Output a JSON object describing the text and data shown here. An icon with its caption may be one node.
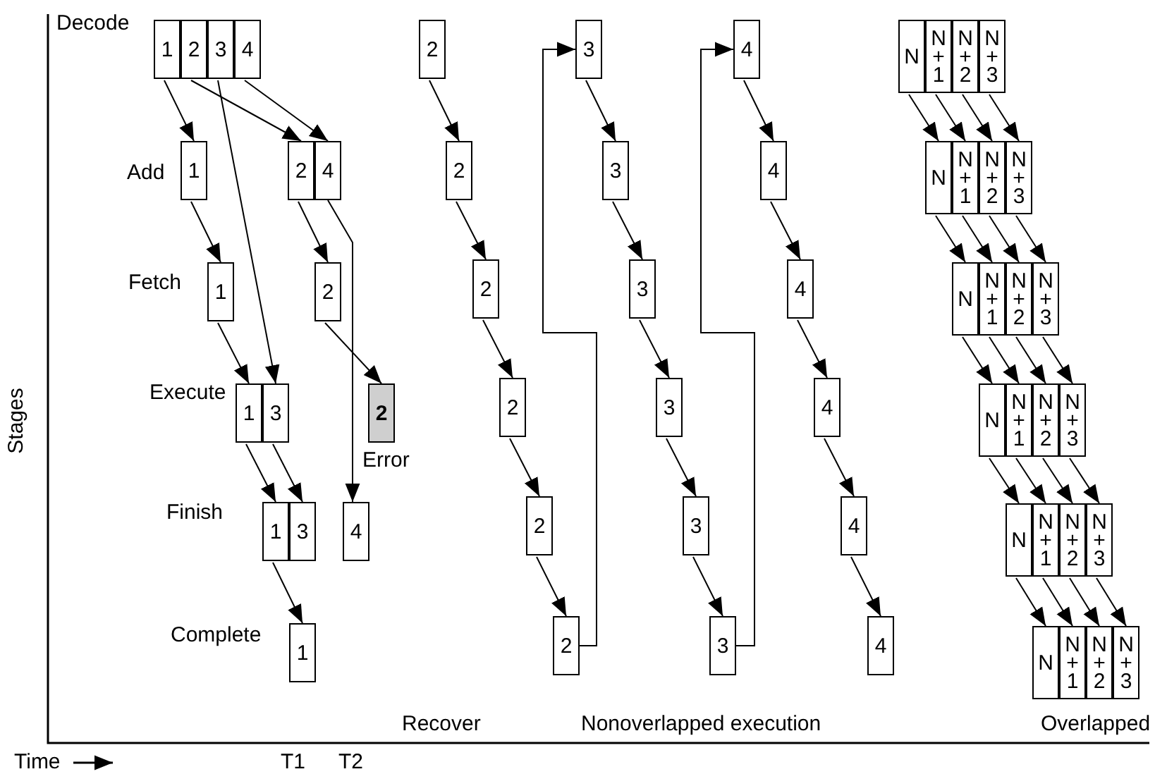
{
  "diagram": {
    "nodes": [
      {
        "text": [
          "1"
        ]
      },
      {
        "text": [
          "2"
        ]
      },
      {
        "text": [
          "3"
        ]
      },
      {
        "text": [
          "4"
        ]
      },
      {
        "text": [
          "1"
        ]
      },
      {
        "text": [
          "2"
        ]
      },
      {
        "text": [
          "4"
        ]
      },
      {
        "text": [
          "1"
        ]
      },
      {
        "text": [
          "2"
        ]
      },
      {
        "text": [
          "1"
        ]
      },
      {
        "text": [
          "3"
        ]
      },
      {
        "text": [
          "2"
        ],
        "beside": [
          "Error"
        ]
      },
      {
        "text": [
          "1"
        ]
      },
      {
        "text": [
          "3"
        ]
      },
      {
        "text": [
          "4"
        ]
      },
      {
        "text": [
          "1"
        ]
      },
      {
        "text": [
          "2"
        ]
      },
      {
        "text": [
          "2"
        ]
      },
      {
        "text": [
          "2"
        ]
      },
      {
        "text": [
          "2"
        ]
      },
      {
        "text": [
          "2"
        ]
      },
      {
        "text": [
          "2"
        ]
      },
      {
        "text": [
          "3"
        ]
      },
      {
        "text": [
          "3"
        ]
      },
      {
        "text": [
          "3"
        ]
      },
      {
        "text": [
          "3"
        ]
      },
      {
        "text": [
          "3"
        ]
      },
      {
        "text": [
          "3"
        ]
      },
      {
        "text": [
          "4"
        ]
      },
      {
        "text": [
          "4"
        ]
      },
      {
        "text": [
          "4"
        ]
      },
      {
        "text": [
          "4"
        ]
      },
      {
        "text": [
          "4"
        ]
      },
      {
        "text": [
          "4"
        ]
      },
      {
        "text": [
          "N"
        ]
      },
      {
        "text": [
          "N + 1"
        ]
      },
      {
        "text": [
          "N + 2"
        ]
      },
      {
        "text": [
          "N + 3"
        ]
      },
      {
        "text": [
          "N"
        ]
      },
      {
        "text": [
          "N + 1"
        ]
      },
      {
        "text": [
          "N + 2"
        ]
      },
      {
        "text": [
          "N + 3"
        ]
      },
      {
        "text": [
          "N"
        ]
      },
      {
        "text": [
          "N + 1"
        ]
      },
      {
        "text": [
          "N + 2"
        ]
      },
      {
        "text": [
          "N + 3"
        ]
      },
      {
        "text": [
          "N"
        ]
      },
      {
        "text": [
          "N + 1"
        ]
      },
      {
        "text": [
          "N + 2"
        ]
      },
      {
        "text": [
          "N + 3"
        ]
      },
      {
        "text": [
          "N"
        ]
      },
      {
        "text": [
          "N + 1"
        ]
      },
      {
        "text": [
          "N + 2"
        ]
      },
      {
        "text": [
          "N + 3"
        ]
      },
      {
        "text": [
          "N"
        ]
      },
      {
        "text": [
          "N + 1"
        ]
      },
      {
        "text": [
          "N + 2"
        ]
      },
      {
        "text": [
          "N + 3"
        ]
      }
    ],
    "edges": [
      {
        "from": 0,
        "to": 4,
        "arrow": "to"
      },
      {
        "from": 1,
        "to": 5,
        "arrow": "to"
      },
      {
        "from": 2,
        "to": 10,
        "arrow": "to"
      },
      {
        "from": 3,
        "to": 6,
        "arrow": "to"
      },
      {
        "from": 4,
        "to": 7,
        "arrow": "to"
      },
      {
        "from": 5,
        "to": 8,
        "arrow": "to"
      },
      {
        "from": 6,
        "to": 14,
        "arrow": "to"
      },
      {
        "from": 7,
        "to": 9,
        "arrow": "to"
      },
      {
        "from": 8,
        "to": 11,
        "arrow": "to"
      },
      {
        "from": 9,
        "to": 12,
        "arrow": "to"
      },
      {
        "from": 10,
        "to": 13,
        "arrow": "to"
      },
      {
        "from": 12,
        "to": 15,
        "arrow": "to"
      },
      {
        "from": 16,
        "to": 17,
        "arrow": "to"
      },
      {
        "from": 17,
        "to": 18,
        "arrow": "to"
      },
      {
        "from": 18,
        "to": 19,
        "arrow": "to"
      },
      {
        "from": 19,
        "to": 20,
        "arrow": "to"
      },
      {
        "from": 20,
        "to": 21,
        "arrow": "to"
      },
      {
        "from": 21,
        "to": 22,
        "arrow": "to"
      },
      {
        "from": 22,
        "to": 23,
        "arrow": "to"
      },
      {
        "from": 23,
        "to": 24,
        "arrow": "to"
      },
      {
        "from": 24,
        "to": 25,
        "arrow": "to"
      },
      {
        "from": 25,
        "to": 26,
        "arrow": "to"
      },
      {
        "from": 26,
        "to": 27,
        "arrow": "to"
      },
      {
        "from": 27,
        "to": 28,
        "arrow": "to"
      },
      {
        "from": 28,
        "to": 29,
        "arrow": "to"
      },
      {
        "from": 29,
        "to": 30,
        "arrow": "to"
      },
      {
        "from": 30,
        "to": 31,
        "arrow": "to"
      },
      {
        "from": 31,
        "to": 32,
        "arrow": "to"
      },
      {
        "from": 32,
        "to": 33,
        "arrow": "to"
      },
      {
        "from": 34,
        "to": 38,
        "arrow": "to"
      },
      {
        "from": 35,
        "to": 39,
        "arrow": "to"
      },
      {
        "from": 36,
        "to": 40,
        "arrow": "to"
      },
      {
        "from": 37,
        "to": 41,
        "arrow": "to"
      },
      {
        "from": 38,
        "to": 42,
        "arrow": "to"
      },
      {
        "from": 39,
        "to": 43,
        "arrow": "to"
      },
      {
        "from": 40,
        "to": 44,
        "arrow": "to"
      },
      {
        "from": 41,
        "to": 45,
        "arrow": "to"
      },
      {
        "from": 42,
        "to": 46,
        "arrow": "to"
      },
      {
        "from": 43,
        "to": 47,
        "arrow": "to"
      },
      {
        "from": 44,
        "to": 48,
        "arrow": "to"
      },
      {
        "from": 45,
        "to": 49,
        "arrow": "to"
      },
      {
        "from": 46,
        "to": 50,
        "arrow": "to"
      },
      {
        "from": 47,
        "to": 51,
        "arrow": "to"
      },
      {
        "from": 48,
        "to": 52,
        "arrow": "to"
      },
      {
        "from": 49,
        "to": 53,
        "arrow": "to"
      },
      {
        "from": 50,
        "to": 54,
        "arrow": "to"
      },
      {
        "from": 51,
        "to": 55,
        "arrow": "to"
      },
      {
        "from": 52,
        "to": 56,
        "arrow": "to"
      },
      {
        "from": 53,
        "to": 57,
        "arrow": "to"
      }
    ],
    "labels": [
      "Decode",
      "Add",
      "Fetch",
      "Execute",
      "Finish",
      "Complete",
      "Stages",
      "Recover",
      "Nonoverlapped execution",
      "Overlapped",
      "Time",
      "T1",
      "T2"
    ]
  }
}
